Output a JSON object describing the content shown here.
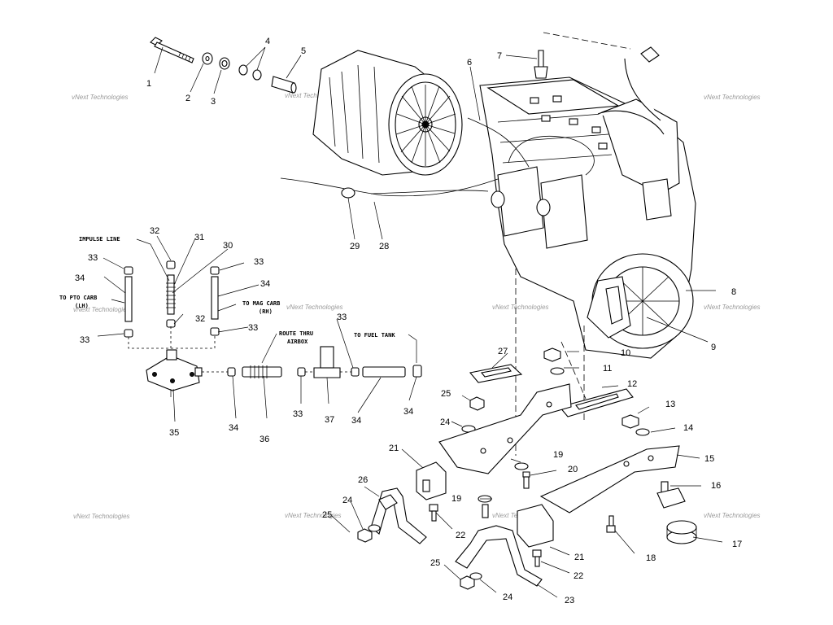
{
  "diagram": {
    "callouts": [
      "1",
      "2",
      "3",
      "4",
      "5",
      "6",
      "7",
      "8",
      "9",
      "10",
      "11",
      "12",
      "13",
      "14",
      "15",
      "16",
      "17",
      "18",
      "19",
      "19",
      "20",
      "21",
      "21",
      "22",
      "22",
      "23",
      "24",
      "24",
      "24",
      "25",
      "25",
      "25",
      "26",
      "27",
      "28",
      "29",
      "30",
      "31",
      "32",
      "32",
      "33",
      "33",
      "33",
      "33",
      "33",
      "33",
      "34",
      "34",
      "34",
      "34",
      "34",
      "35",
      "36",
      "37"
    ],
    "notes": {
      "impulse_line": "IMPULSE LINE",
      "to_pto_carb_1": "TO PTO CARB",
      "to_pto_carb_2": "(LH)",
      "to_mag_carb_1": "TO MAG CARB",
      "to_mag_carb_2": "(RH)",
      "route_thru_1": "ROUTE THRU",
      "route_thru_2": "AIRBOX",
      "to_fuel_tank": "TO FUEL TANK"
    },
    "watermark": "vNext Technologies"
  }
}
